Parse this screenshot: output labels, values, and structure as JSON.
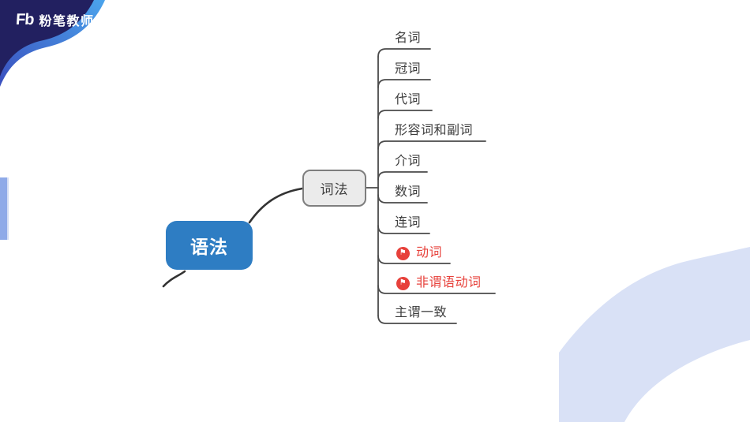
{
  "brand": {
    "logo_mark": "Fb",
    "logo_text": "粉笔教师"
  },
  "mindmap": {
    "root": {
      "label": "语法"
    },
    "parent": {
      "label": "词法"
    },
    "branches": [
      {
        "label": "名词",
        "highlight": false
      },
      {
        "label": "冠词",
        "highlight": false
      },
      {
        "label": "代词",
        "highlight": false
      },
      {
        "label": "形容词和副词",
        "highlight": false
      },
      {
        "label": "介词",
        "highlight": false
      },
      {
        "label": "数词",
        "highlight": false
      },
      {
        "label": "连词",
        "highlight": false
      },
      {
        "label": "动词",
        "highlight": true,
        "icon": "flag-icon"
      },
      {
        "label": "非谓语动词",
        "highlight": true,
        "icon": "flag-icon"
      },
      {
        "label": "主谓一致",
        "highlight": false
      }
    ],
    "icon_glyph": "⚑"
  },
  "colors": {
    "root_node_blue": "#2E7DC3",
    "highlight_red": "#E7413B",
    "navy_wave": "#222060",
    "wave_band_start": "#3A4FBE",
    "wave_band_end": "#4BA4EC",
    "corner_arc_periwinkle": "#D9E1F6",
    "left_bar_blue": "#8FAAE8",
    "line_gray": "#4A4A4A"
  }
}
